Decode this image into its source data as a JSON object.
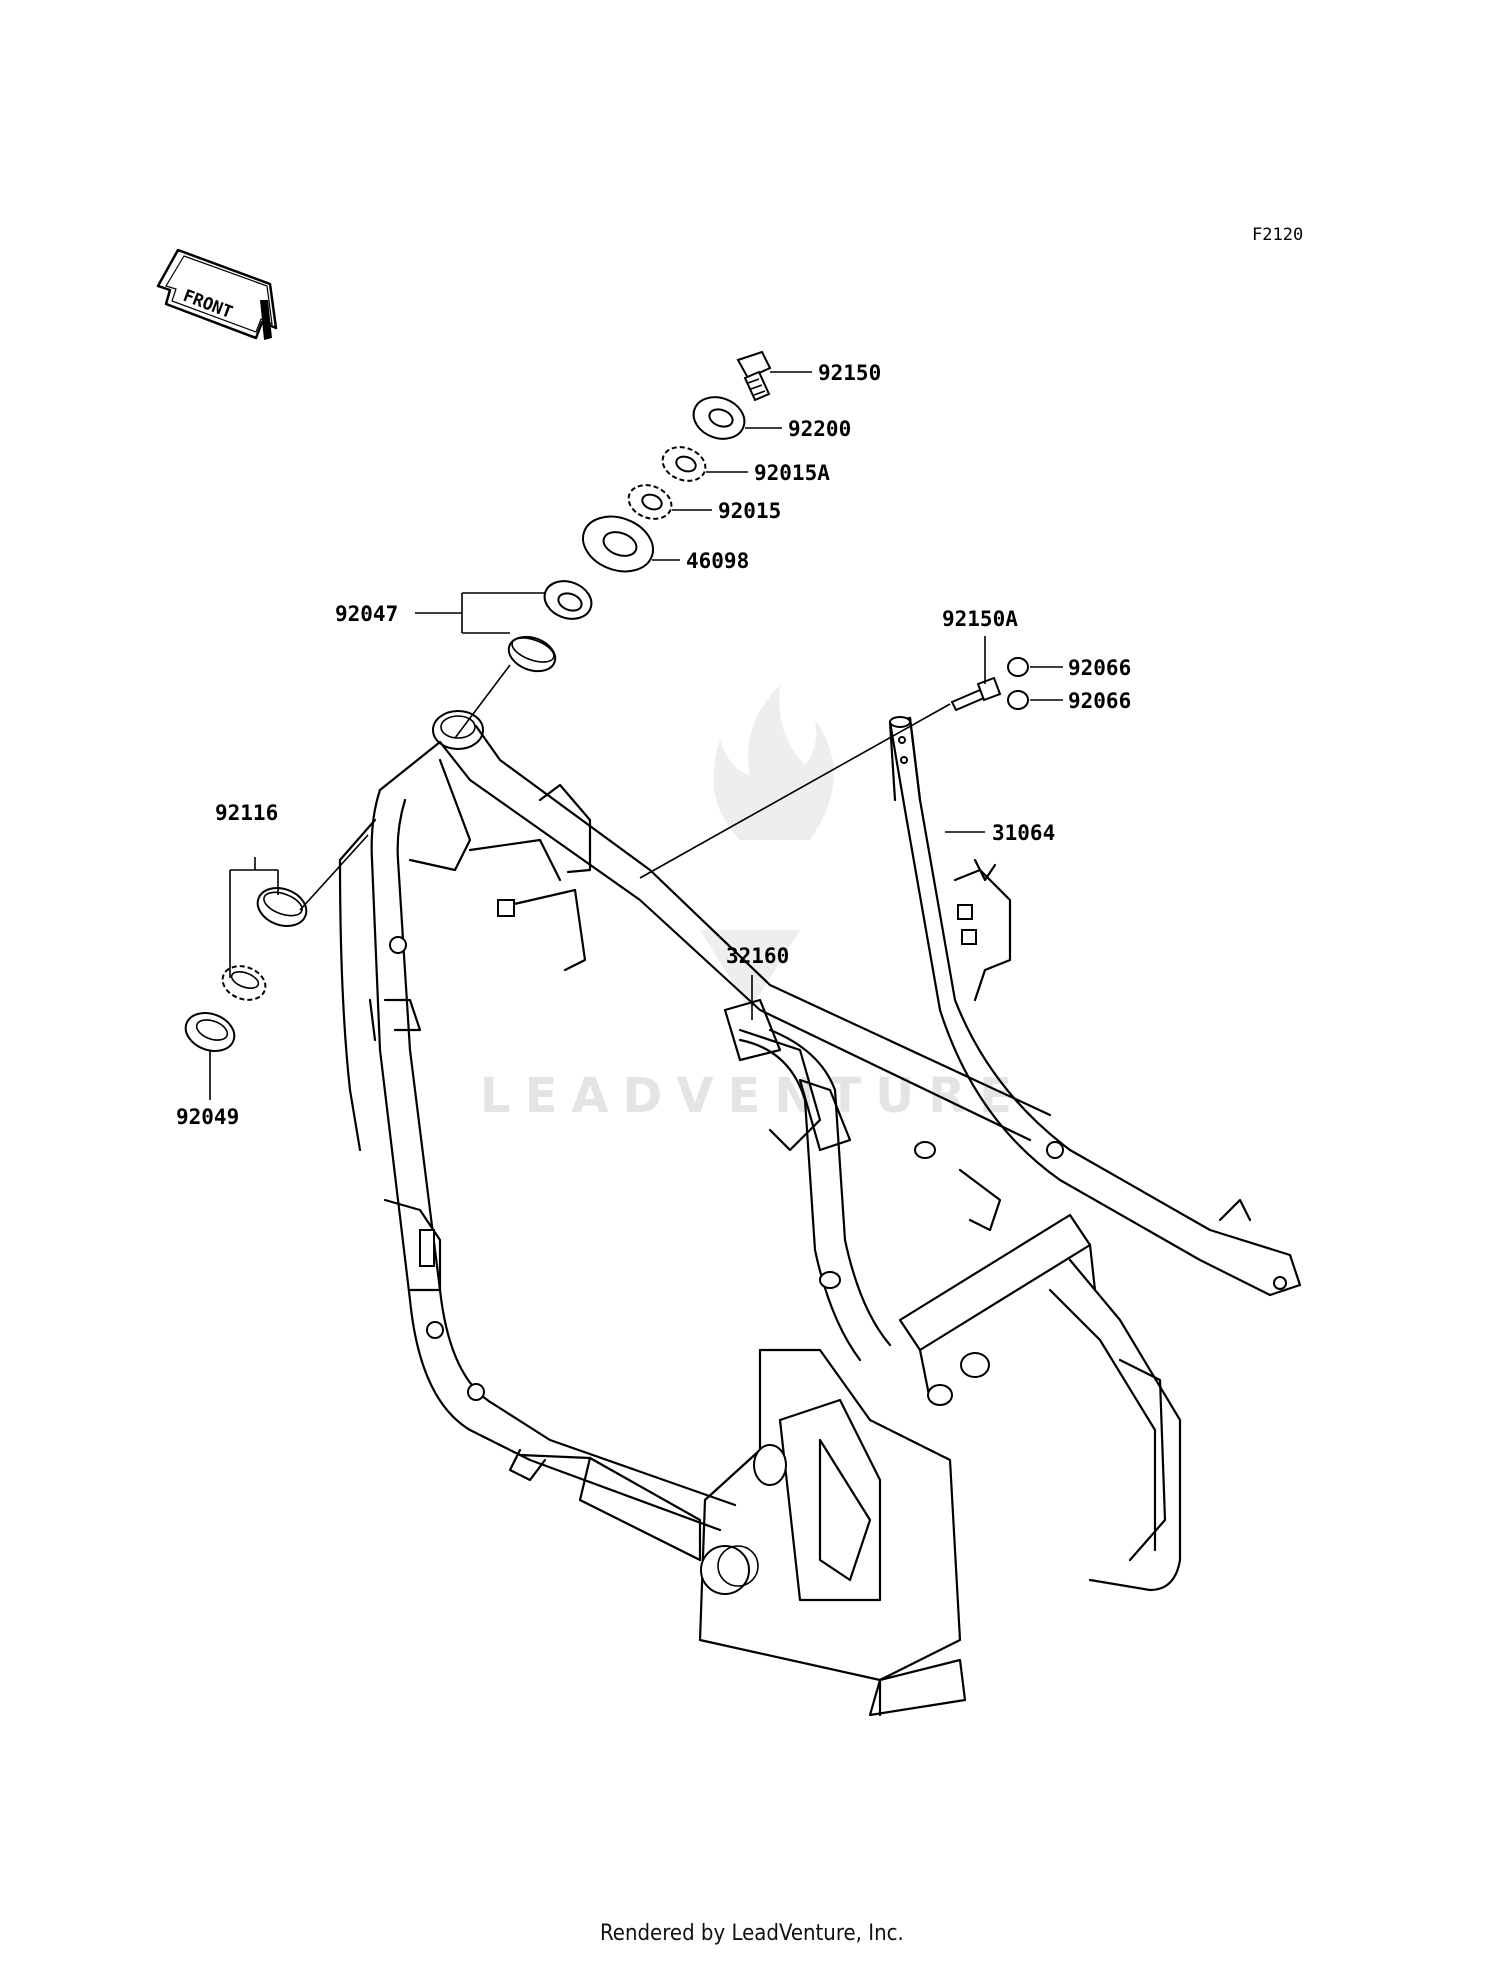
{
  "diagram_code": "F2120",
  "front_arrow_label": "FRONT",
  "watermark": "LEADVENTURE",
  "footer": "Rendered by LeadVenture, Inc.",
  "parts": {
    "p92150": "92150",
    "p92200": "92200",
    "p92015A": "92015A",
    "p92015": "92015",
    "p46098": "46098",
    "p92047": "92047",
    "p92150A": "92150A",
    "p92066a": "92066",
    "p92066b": "92066",
    "p31064": "31064",
    "p92116": "92116",
    "p32160": "32160",
    "p92049": "92049"
  }
}
